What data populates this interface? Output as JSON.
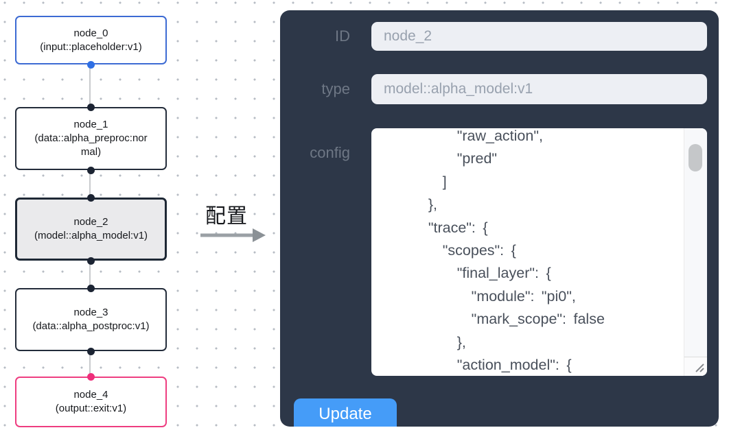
{
  "flowchart": {
    "nodes": [
      {
        "id": "node_0",
        "title": "node_0",
        "subtitle": "(input::placeholder:v1)",
        "kind": "input"
      },
      {
        "id": "node_1",
        "title": "node_1",
        "subtitle": "(data::alpha_preproc:normal)",
        "kind": "data"
      },
      {
        "id": "node_2",
        "title": "node_2",
        "subtitle": "(model::alpha_model:v1)",
        "kind": "model",
        "selected": true
      },
      {
        "id": "node_3",
        "title": "node_3",
        "subtitle": "(data::alpha_postproc:v1)",
        "kind": "data"
      },
      {
        "id": "node_4",
        "title": "node_4",
        "subtitle": "(output::exit:v1)",
        "kind": "output"
      }
    ]
  },
  "transfer": {
    "label": "配置"
  },
  "config_panel": {
    "id_label": "ID",
    "id_value": "node_2",
    "type_label": "type",
    "type_value": "model::alpha_model:v1",
    "config_label": "config",
    "config_text": "          \"raw_action\",\n          \"pred\"\n        ]\n      },\n      \"trace\": {\n        \"scopes\": {\n          \"final_layer\": {\n            \"module\": \"pi0\",\n            \"mark_scope\": false\n          },\n          \"action_model\": {",
    "update_label": "Update"
  },
  "colors": {
    "panel_bg": "#2d3748",
    "update_button": "#459cf8",
    "input_node_accent": "#3c6ad3",
    "output_node_accent": "#ee3d80",
    "selected_node_fill": "#eaeaec",
    "port_dark": "#1c2433",
    "port_blue": "#2f6fe4",
    "port_pink": "#ee2f7b",
    "edge": "#c9cbce"
  }
}
